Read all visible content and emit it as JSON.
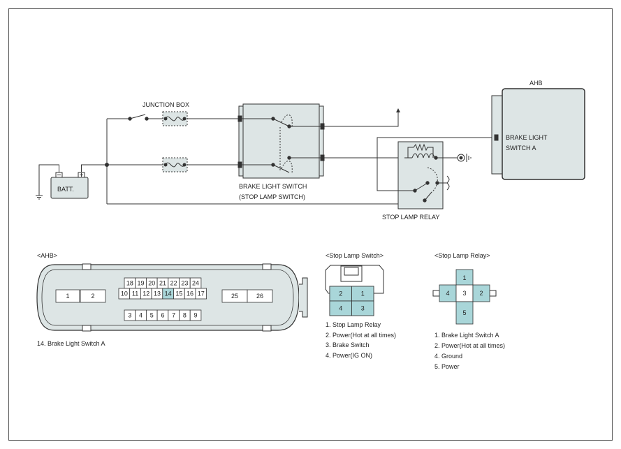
{
  "colors": {
    "box_fill": "#dde5e5",
    "highlight": "#a9d6d9",
    "wire": "#333333",
    "frame": "#555555"
  },
  "labels": {
    "ahb": "AHB",
    "ahb_pin": "BRAKE LIGHT",
    "ahb_pin2": "SWITCH A",
    "junction_box": "JUNCTION BOX",
    "batt": "BATT.",
    "switch_name": "BRAKE LIGHT SWITCH",
    "switch_name2": "(STOP LAMP SWITCH)",
    "relay_name": "STOP LAMP RELAY"
  },
  "ahb_connector": {
    "title": "<AHB>",
    "top_row": [
      "18",
      "19",
      "20",
      "21",
      "22",
      "23",
      "24"
    ],
    "mid_row": [
      "10",
      "11",
      "12",
      "13",
      "14",
      "15",
      "16",
      "17"
    ],
    "bottom_row": [
      "3",
      "4",
      "5",
      "6",
      "7",
      "8",
      "9"
    ],
    "left_pins": [
      "1",
      "2"
    ],
    "right_pins": [
      "25",
      "26"
    ],
    "highlighted_pin": "14",
    "notes": [
      "14.  Brake Light Switch A"
    ]
  },
  "switch_connector": {
    "title": "<Stop Lamp Switch>",
    "pins": [
      "2",
      "1",
      "4",
      "3"
    ],
    "notes": [
      "1.  Stop Lamp Relay",
      "2. Power(Hot at all times)",
      "3.  Brake Switch",
      "4. Power(IG ON)"
    ]
  },
  "relay_connector": {
    "title": "<Stop Lamp Relay>",
    "pins": [
      "1",
      "4",
      "3",
      "2",
      "5"
    ],
    "notes": [
      "1.  Brake Light Switch A",
      "2. Power(Hot at all times)",
      "4. Ground",
      "5. Power"
    ]
  }
}
